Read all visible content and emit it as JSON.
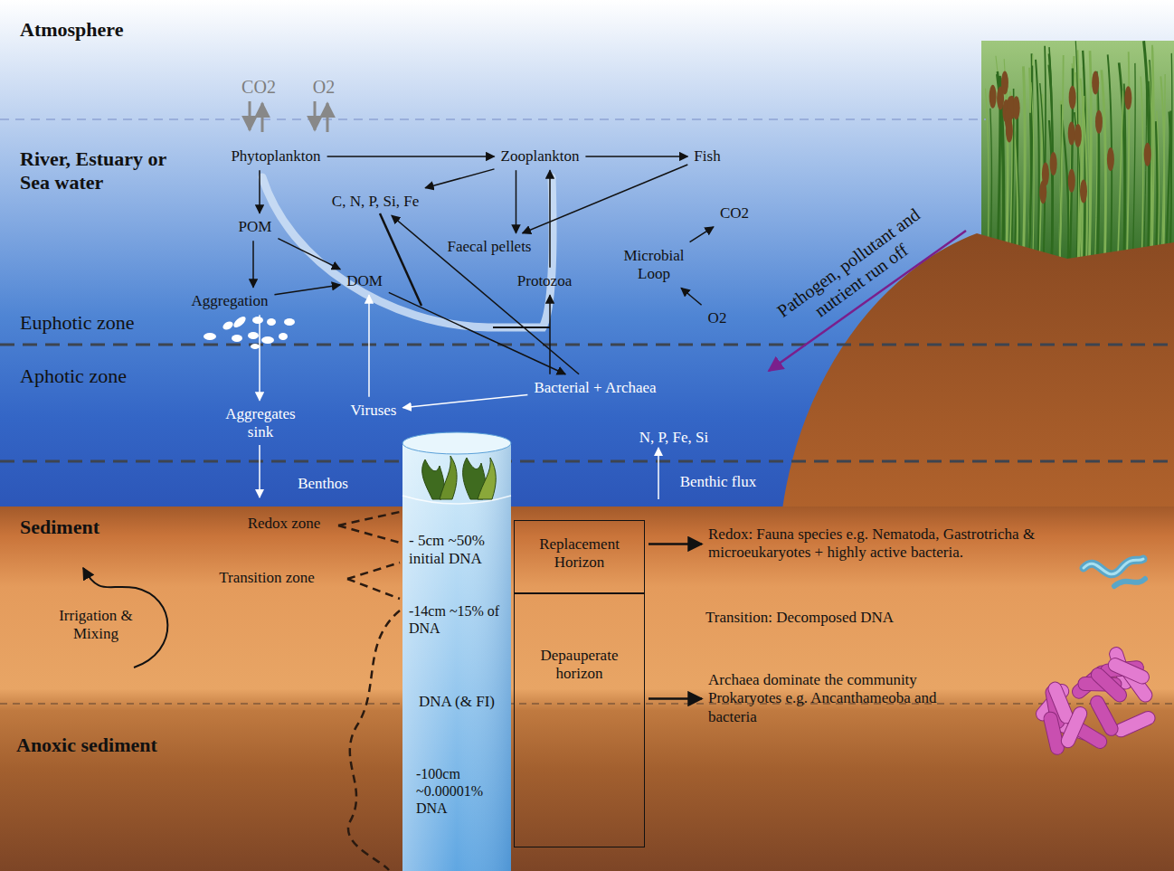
{
  "diagram": {
    "nodes": [
      {
        "text": [
          "Phytoplankton"
        ]
      },
      {
        "text": [
          "Zooplankton"
        ]
      },
      {
        "text": [
          "Fish"
        ]
      },
      {
        "text": [
          "C, N, P, Si, Fe"
        ]
      },
      {
        "text": [
          "POM"
        ]
      },
      {
        "text": [
          "CO2"
        ]
      },
      {
        "text": [
          "Faecal pellets"
        ]
      },
      {
        "text": [
          "Microbial Loop"
        ]
      },
      {
        "text": [
          "DOM"
        ]
      },
      {
        "text": [
          "Protozoa"
        ]
      },
      {
        "text": [
          "Aggregation"
        ]
      },
      {
        "text": [
          "O2"
        ]
      },
      {
        "text": [
          "Bacterial + Archaea"
        ]
      },
      {
        "text": [
          "Aggregates sink"
        ]
      },
      {
        "text": [
          "Viruses"
        ]
      },
      {
        "text": [
          "N, P, Fe, Si"
        ]
      },
      {
        "text": [
          "Replacement Horizon"
        ]
      },
      {
        "text": [
          "Redox: Fauna species e.g. Nematoda, Gastrotricha & microeukaryotes + highly active bacteria."
        ]
      },
      {
        "text": [
          "Depauperate horizon"
        ]
      },
      {
        "text": [
          "Archaea dominate the community Prokaryotes e.g. Ancanthameoba and bacteria"
        ]
      }
    ],
    "edges": [
      {
        "from": 0,
        "to": 1,
        "arrow": "to"
      },
      {
        "from": 1,
        "to": 2,
        "arrow": "to"
      },
      {
        "from": 0,
        "to": 4,
        "arrow": "to"
      },
      {
        "from": 1,
        "to": 3,
        "arrow": "to"
      },
      {
        "from": 1,
        "to": 6,
        "arrow": "to"
      },
      {
        "from": 2,
        "to": 6,
        "arrow": "to"
      },
      {
        "from": 9,
        "to": 1,
        "arrow": "to"
      },
      {
        "from": 4,
        "to": 8,
        "arrow": "to"
      },
      {
        "from": 4,
        "to": 10,
        "arrow": "to"
      },
      {
        "from": 10,
        "to": 8,
        "arrow": "to"
      },
      {
        "from": 8,
        "to": 12,
        "arrow": "to"
      },
      {
        "from": 12,
        "to": 3,
        "arrow": "to"
      },
      {
        "from": 12,
        "to": 9,
        "arrow": "to"
      },
      {
        "from": 12,
        "to": 14,
        "arrow": "to"
      },
      {
        "from": 14,
        "to": 8,
        "arrow": "to"
      },
      {
        "from": 10,
        "to": 13,
        "arrow": "to"
      },
      {
        "from": 11,
        "to": 7,
        "arrow": "to"
      },
      {
        "from": 7,
        "to": 5,
        "arrow": "to"
      },
      {
        "from": 16,
        "to": 17,
        "arrow": "to"
      },
      {
        "from": 18,
        "to": 19,
        "arrow": "to"
      }
    ],
    "labels": [
      "Atmosphere",
      "River, Estuary or Sea water",
      "CO2",
      "O2",
      "Euphotic zone",
      "Aphotic zone",
      "Pathogen, pollutant and nutrient run off",
      "Benthos",
      "Benthic flux",
      "Sediment",
      "Redox zone",
      "Transition zone",
      "Irrigation & Mixing",
      "Anoxic sediment",
      "- 5cm ~50% initial DNA",
      "-14cm ~15% of DNA",
      "DNA (& FI)",
      "-100cm ~0.00001% DNA",
      "Transition: Decomposed DNA"
    ]
  }
}
